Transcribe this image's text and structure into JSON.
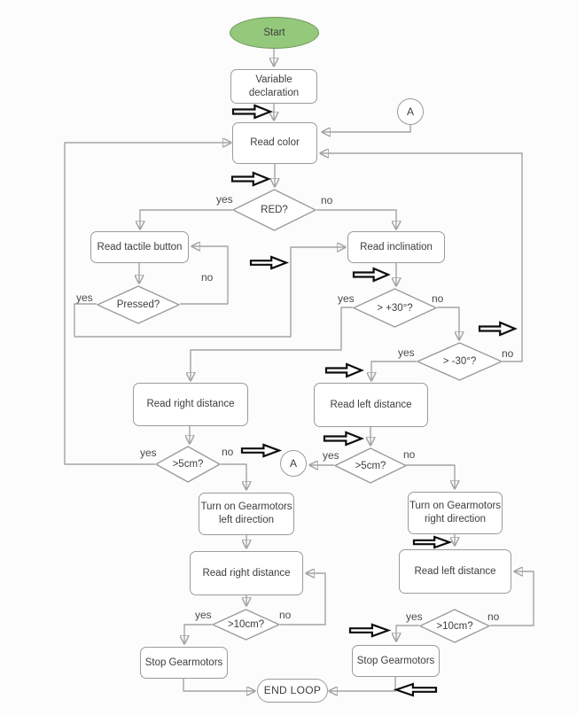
{
  "figure": {
    "type": "flowchart"
  },
  "labels": {
    "yes": "yes",
    "no": "no"
  },
  "connector_label": "A",
  "nodes": {
    "start": "Start",
    "variable_declaration": "Variable\ndeclaration",
    "read_color": "Read color",
    "red": "RED?",
    "read_tactile_button": "Read tactile button",
    "pressed": "Pressed?",
    "read_inclination": "Read inclination",
    "gt_plus_30": "> +30°?",
    "gt_minus_30": "> -30°?",
    "read_right_distance": "Read right distance",
    "read_left_distance": "Read left distance",
    "gt_5cm_left": ">5cm?",
    "gt_5cm_right": ">5cm?",
    "turn_on_left": "Turn on Gearmotors\nleft direction",
    "turn_on_right": "Turn on Gearmotors\nright direction",
    "read_right_distance_2": "Read right distance",
    "read_left_distance_2": "Read left distance",
    "gt_10cm_left": ">10cm?",
    "gt_10cm_right": ">10cm?",
    "stop_left": "Stop Gearmotors",
    "stop_right": "Stop Gearmotors",
    "end_loop": "END LOOP"
  },
  "annotation_arrows": {
    "icon": "hollow-block-arrow",
    "right_count": 10,
    "left_count": 1
  },
  "colors": {
    "start_fill": "#94c97b",
    "start_stroke": "#6f9559",
    "shape_stroke": "#9b9b9b",
    "line": "#a3a3a3",
    "text": "#3d3d3d",
    "annotation_stroke": "#0d0d0d",
    "annotation_fill": "#ffffff",
    "background": "#fcfcfc"
  }
}
